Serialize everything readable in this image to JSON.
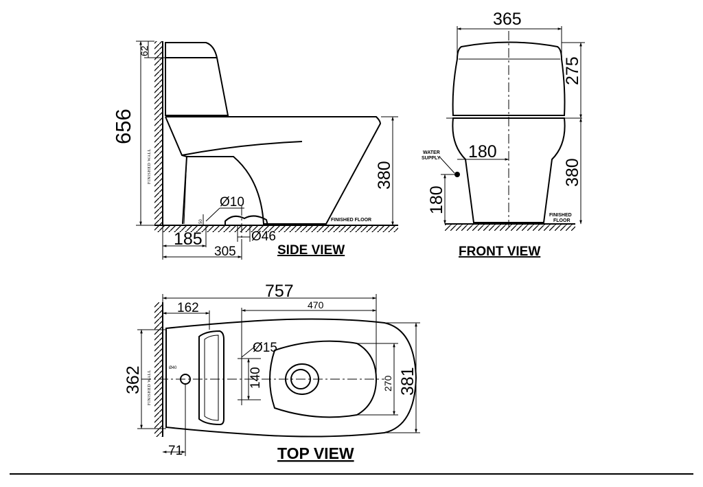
{
  "titles": {
    "side_view": "SIDE VIEW",
    "front_view": "FRONT VIEW",
    "top_view": "TOP VIEW"
  },
  "side_view": {
    "total_height": "656",
    "tank_lid": "62",
    "bowl_height": "380",
    "drain_dia": "Ø10",
    "flange_dia": "Ø46",
    "small_dim": "50",
    "wall_to_outlet": "185",
    "wall_to_flange": "305",
    "wall_label": "FINISHED WALL",
    "floor_label": "FINISHED FLOOR"
  },
  "front_view": {
    "width": "365",
    "tank_height": "275",
    "bowl_height": "380",
    "supply_offset": "180",
    "supply_height": "180",
    "supply_label_1": "WATER",
    "supply_label_2": "SUPPLY",
    "floor_label_1": "FINISHED",
    "floor_label_2": "FLOOR"
  },
  "top_view": {
    "length": "757",
    "wall_to_hole": "162",
    "hole_to_front": "470",
    "hole_dia": "Ø15",
    "hole_spacing": "140",
    "bowl_width": "270",
    "rim_width": "381",
    "total_width": "362",
    "wall_gap": "71",
    "outlet_label": "Ø40",
    "wall_label": "FINISHED WALL"
  }
}
